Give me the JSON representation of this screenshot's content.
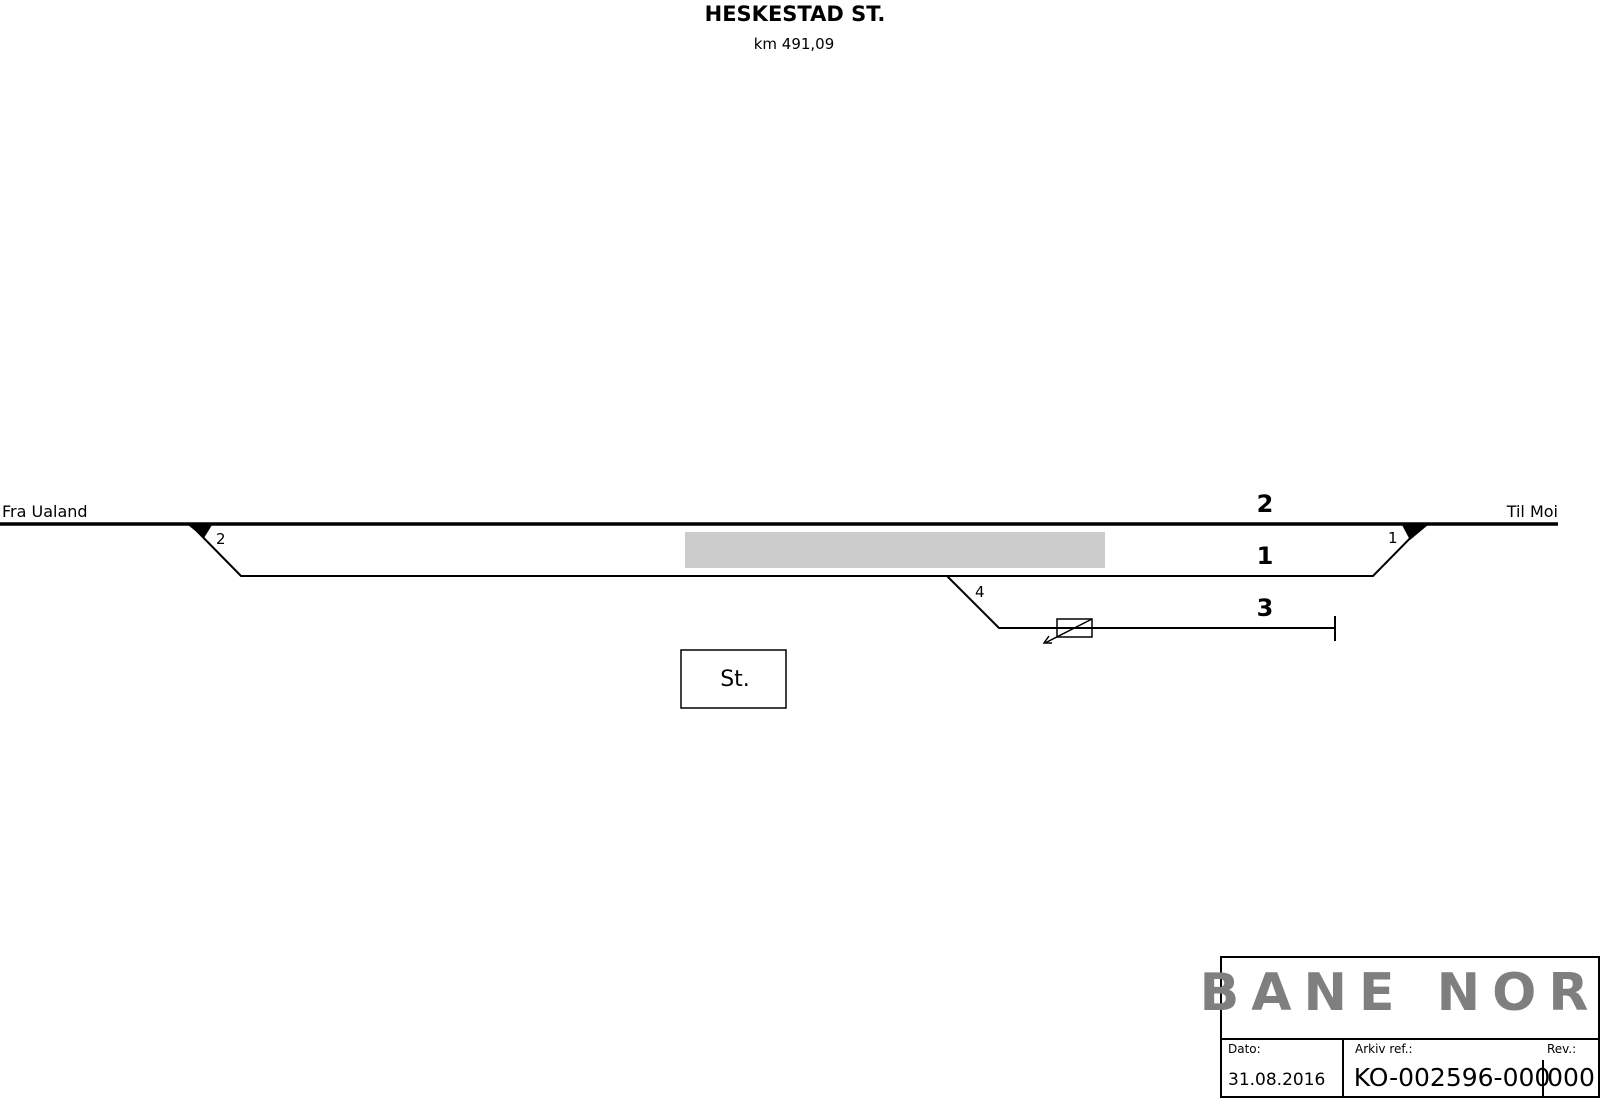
{
  "title": "HESKESTAD ST.",
  "km": "km 491,09",
  "labels": {
    "from": "Fra Ualand",
    "to": "Til Moi"
  },
  "tracks": [
    {
      "number": "2"
    },
    {
      "number": "1"
    },
    {
      "number": "3"
    }
  ],
  "switches": [
    {
      "number": "2"
    },
    {
      "number": "1"
    },
    {
      "number": "4"
    }
  ],
  "station_building": "St.",
  "platform_color": "#cccccc",
  "title_block": {
    "logo": "BANE NOR",
    "logo_color": "#7f7f7f",
    "date_label": "Dato:",
    "date": "31.08.2016",
    "archive_label": "Arkiv ref.:",
    "archive_ref": "KO-002596-000",
    "rev_label": "Rev.:",
    "rev": "000"
  }
}
